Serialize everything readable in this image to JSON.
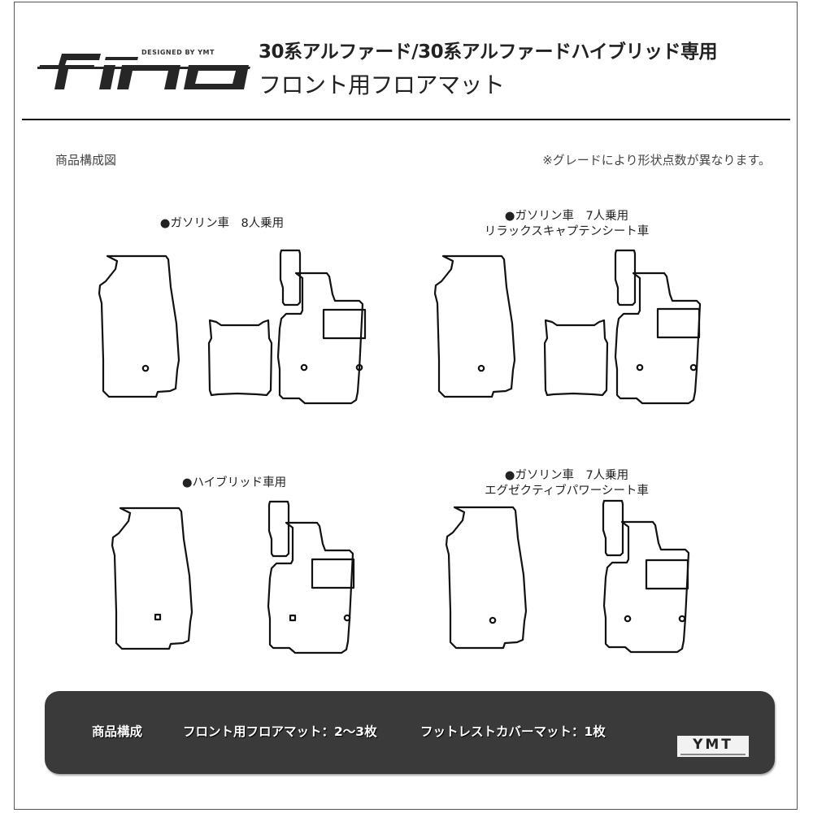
{
  "brand": {
    "logo_text": "fino",
    "logo_tagline": "DESIGNED BY YMT"
  },
  "header": {
    "title_line1": "30系アルファード/30系アルファードハイブリッド専用",
    "title_line2": "フロント用フロアマット"
  },
  "content": {
    "diagram_title": "商品構成図",
    "note": "※グレードにより形状点数が異なります。"
  },
  "sets": [
    {
      "label_line1": "●ガソリン車　8人乗用",
      "label_line2": "",
      "pieces": [
        "driver-mat",
        "center-mat",
        "footrest-mat",
        "passenger-mat"
      ]
    },
    {
      "label_line1": "●ガソリン車　7人乗用",
      "label_line2": "リラックスキャプテンシート車",
      "pieces": [
        "driver-mat",
        "center-mat",
        "footrest-mat",
        "passenger-mat"
      ]
    },
    {
      "label_line1": "●ハイブリッド車用",
      "label_line2": "",
      "pieces": [
        "driver-mat",
        "footrest-mat",
        "passenger-mat"
      ]
    },
    {
      "label_line1": "●ガソリン車　7人乗用",
      "label_line2": "エグゼクティブパワーシート車",
      "pieces": [
        "driver-mat",
        "footrest-mat",
        "passenger-mat"
      ]
    }
  ],
  "footer": {
    "heading": "商品構成",
    "item1": "フロント用フロアマット：2～3枚",
    "item2": "フットレストカバーマット：1枚",
    "badge_text": "YMT"
  },
  "colors": {
    "panel_bg": "#3a3a3a",
    "panel_text": "#ffffff",
    "outline": "#111111"
  }
}
